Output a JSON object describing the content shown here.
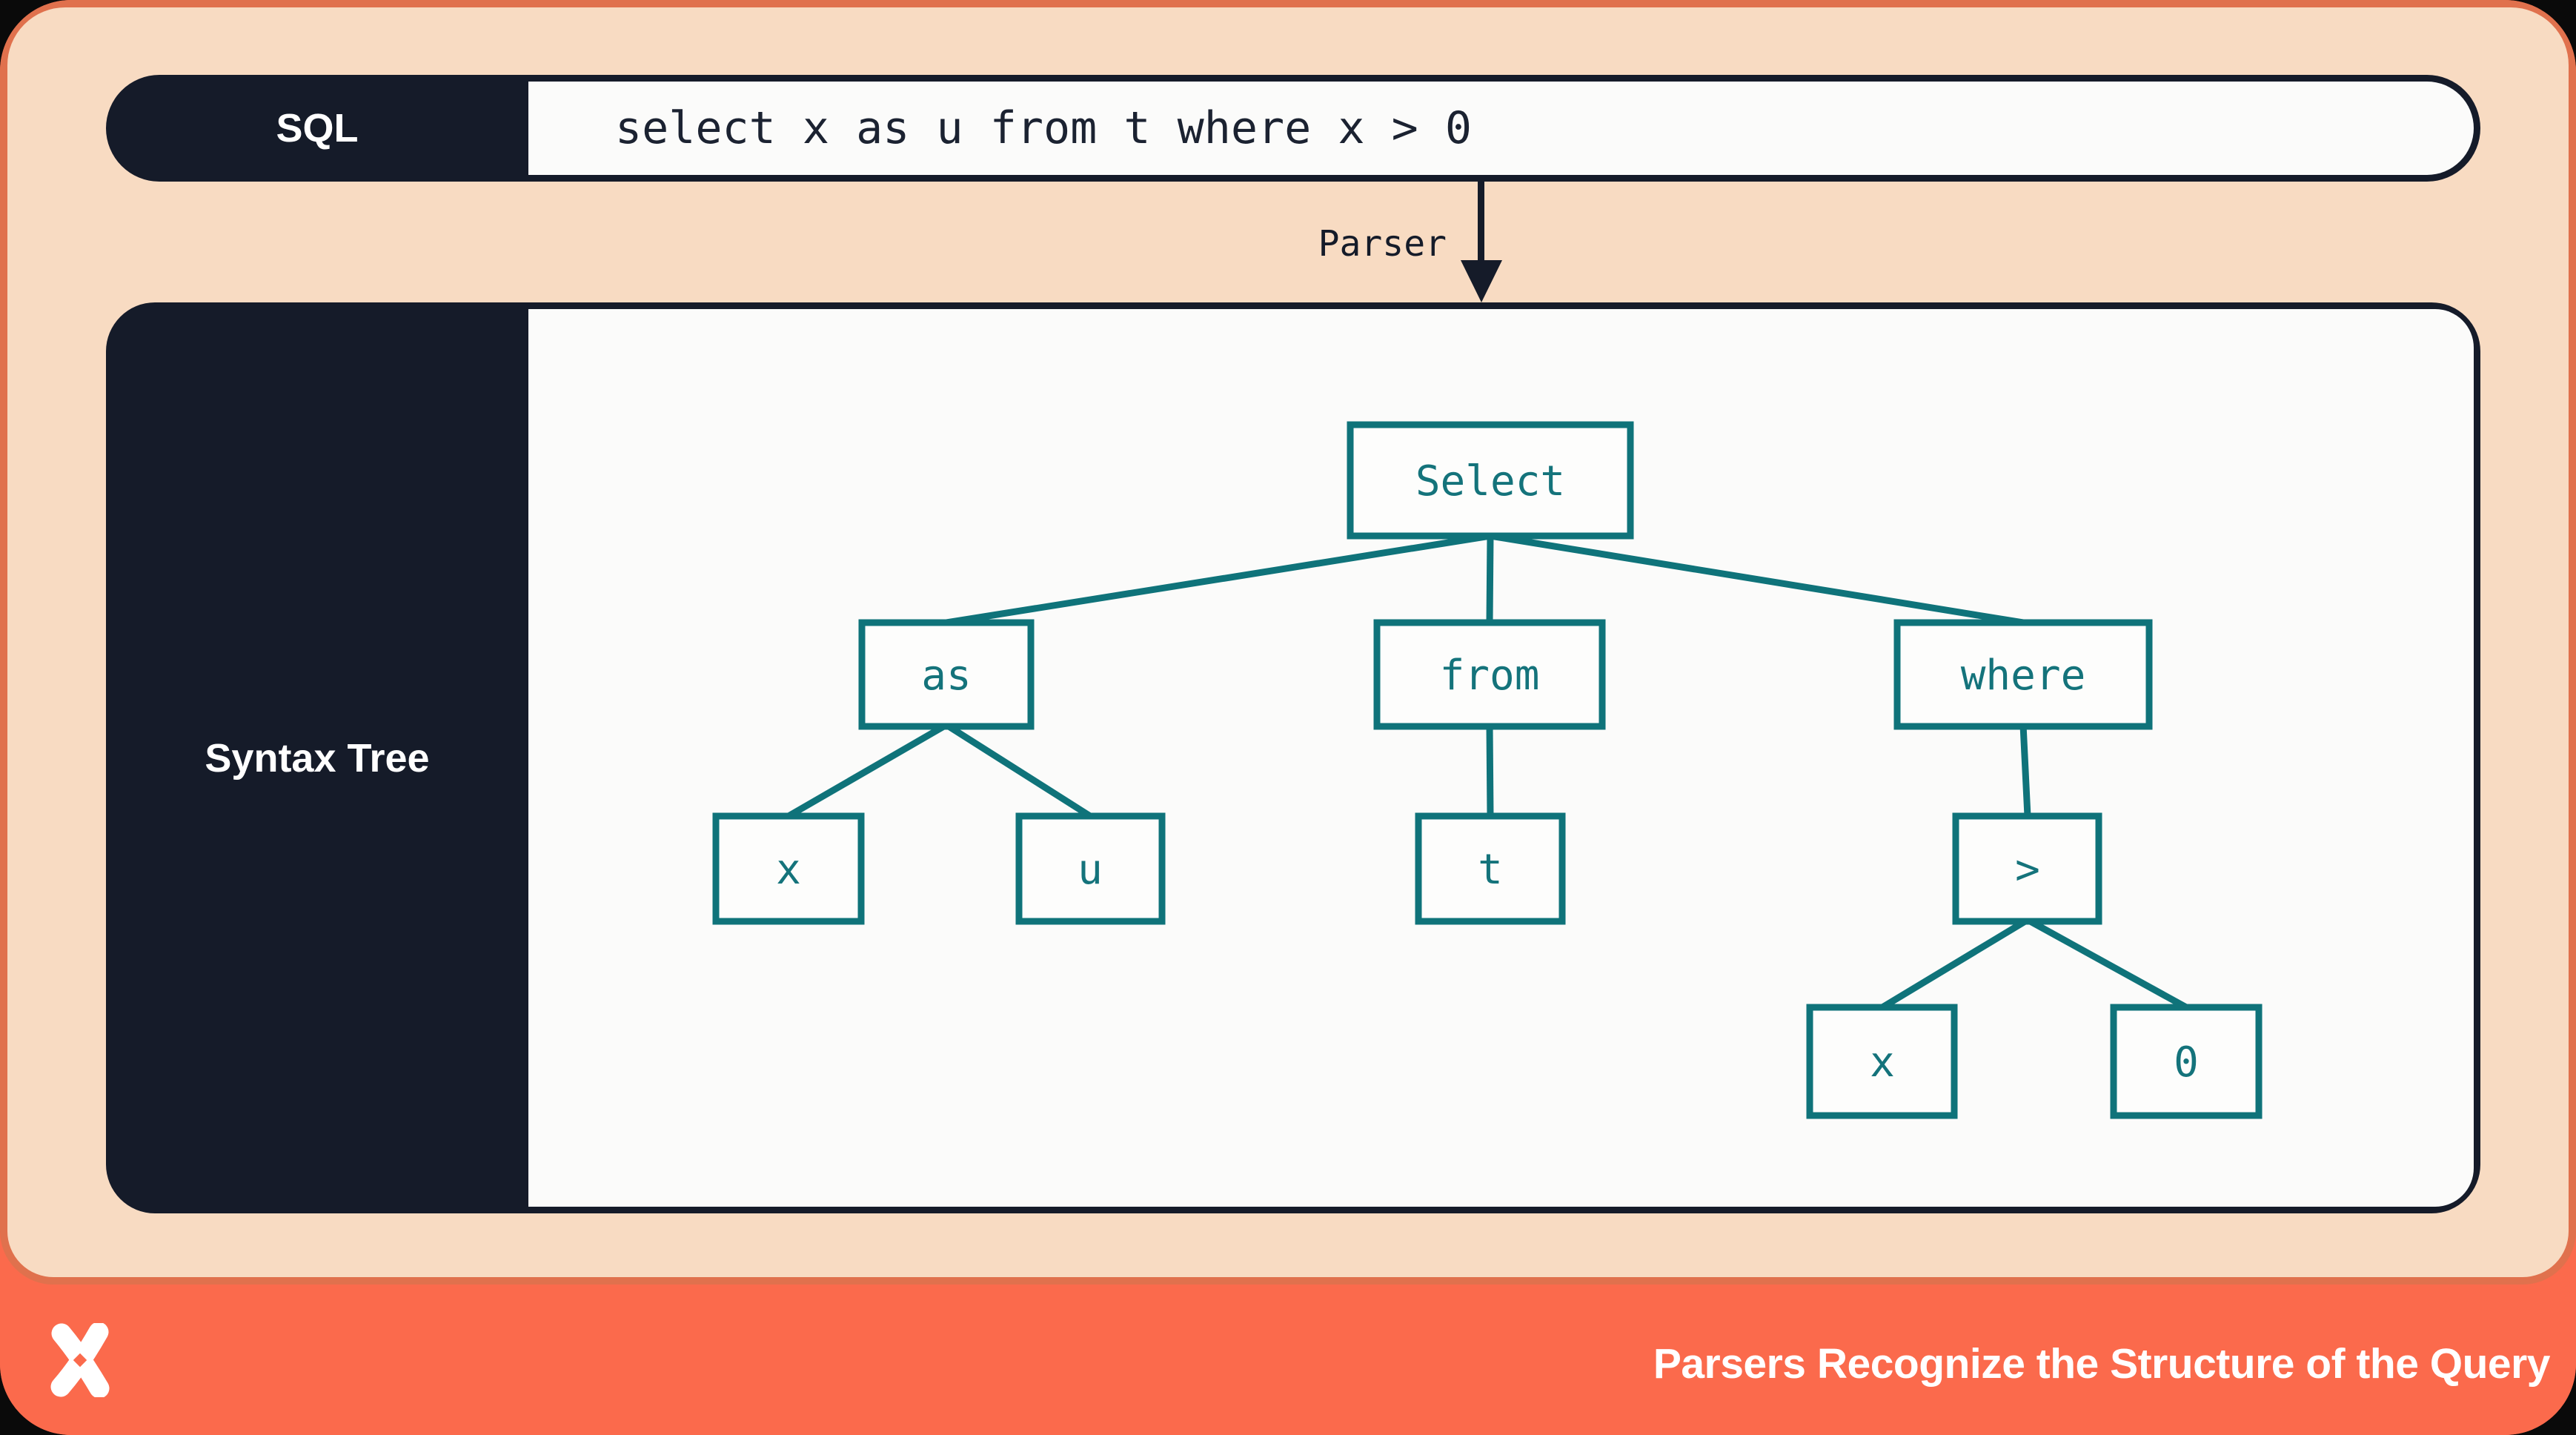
{
  "colors": {
    "frame_border": "#e0714d",
    "background_peach": "#f8dbc2",
    "panel_dark_navy": "#151b29",
    "content_white": "#fbfbfa",
    "accent_teal": "#0f737a",
    "footer_orange": "#fb6a4c",
    "text_white": "#ffffff"
  },
  "sql_bar": {
    "label": "SQL",
    "query": "select x as u from t where x > 0"
  },
  "parser": {
    "label": "Parser"
  },
  "syntax_tree": {
    "label": "Syntax Tree",
    "nodes": [
      {
        "id": "select",
        "label": "Select"
      },
      {
        "id": "as",
        "label": "as"
      },
      {
        "id": "from",
        "label": "from"
      },
      {
        "id": "where",
        "label": "where"
      },
      {
        "id": "x-left",
        "label": "x"
      },
      {
        "id": "u",
        "label": "u"
      },
      {
        "id": "t",
        "label": "t"
      },
      {
        "id": "gt",
        "label": ">"
      },
      {
        "id": "x-right",
        "label": "x"
      },
      {
        "id": "zero",
        "label": "0"
      }
    ],
    "edges": [
      [
        "select",
        "as"
      ],
      [
        "select",
        "from"
      ],
      [
        "select",
        "where"
      ],
      [
        "as",
        "x-left"
      ],
      [
        "as",
        "u"
      ],
      [
        "from",
        "t"
      ],
      [
        "where",
        "gt"
      ],
      [
        "gt",
        "x-right"
      ],
      [
        "gt",
        "zero"
      ]
    ]
  },
  "footer": {
    "caption": "Parsers Recognize the Structure of the Query",
    "logo": "x-pinwheel-logo"
  }
}
